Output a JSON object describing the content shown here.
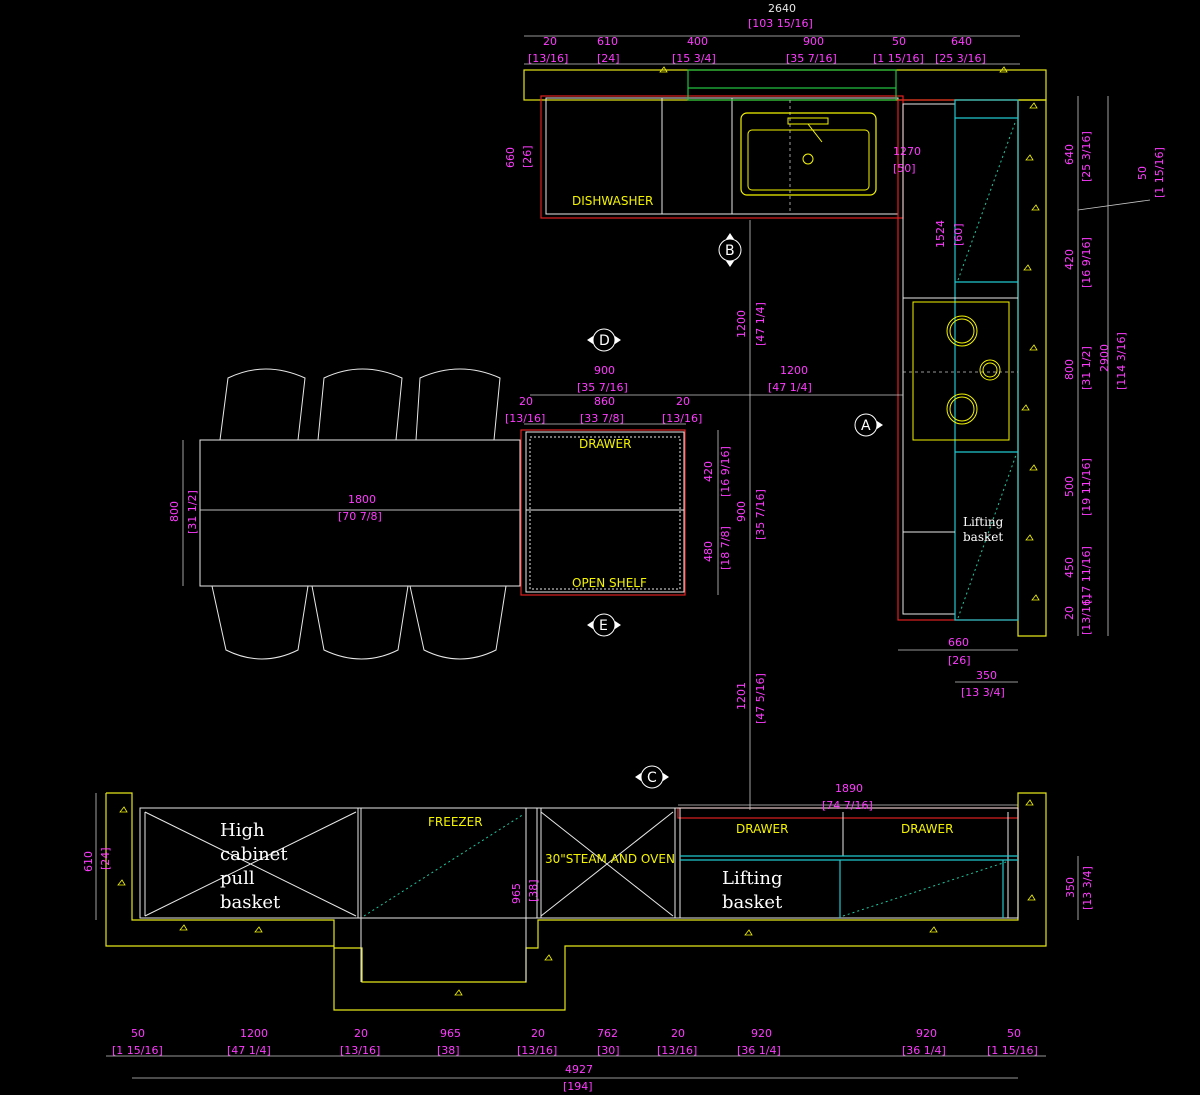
{
  "labels": {
    "dishwasher": "DISHWASHER",
    "drawer_island": "DRAWER",
    "open_shelf": "OPEN SHELF",
    "freezer": "FREEZER",
    "steam_oven": "30\"STEAM AND OVEN",
    "drawer_left": "DRAWER",
    "drawer_right": "DRAWER",
    "high_cabinet": [
      "High",
      "cabinet",
      "pull",
      "basket"
    ],
    "lifting_basket_bottom": [
      "Lifting",
      "basket"
    ],
    "lifting_basket_right": [
      "Lifting",
      "basket"
    ]
  },
  "markers": [
    "B",
    "D",
    "A",
    "E",
    "C"
  ],
  "top_dims": {
    "overall": "2640",
    "overall_in": "[103 15/16]",
    "segments": [
      {
        "mm": "20",
        "in": "[13/16]"
      },
      {
        "mm": "610",
        "in": "[24]"
      },
      {
        "mm": "400",
        "in": "[15 3/4]"
      },
      {
        "mm": "900",
        "in": "[35 7/16]"
      },
      {
        "mm": "50",
        "in": "[1 15/16]"
      },
      {
        "mm": "640",
        "in": "[25 3/16]"
      }
    ]
  },
  "right_dims": {
    "overall": "2900",
    "overall_in": "[114 3/16]",
    "segments": [
      {
        "mm": "640",
        "in": "[25 3/16]"
      },
      {
        "mm": "420",
        "in": "[16 9/16]"
      },
      {
        "mm": "800",
        "in": "[31 1/2]"
      },
      {
        "mm": "500",
        "in": "[19 11/16]"
      },
      {
        "mm": "450",
        "in": "[17 11/16]"
      },
      {
        "mm": "20",
        "in": "[13/16]"
      }
    ],
    "corner": {
      "mm": "50",
      "in": "[1 15/16]"
    }
  },
  "inner_dims": {
    "top_depth": {
      "mm": "660",
      "in": "[26]"
    },
    "sink_width": {
      "mm": "1270",
      "in": "[50]"
    },
    "right_run": {
      "mm": "1524",
      "in": "[60]"
    },
    "aisle_v1": {
      "mm": "1200",
      "in": "[47 1/4]"
    },
    "aisle_h": {
      "mm": "1200",
      "in": "[47 1/4]"
    },
    "aisle_v2": {
      "mm": "1201",
      "in": "[47 5/16]"
    },
    "right_depth": {
      "mm": "660",
      "in": "[26]"
    },
    "right_sub": {
      "mm": "350",
      "in": "[13 3/4]"
    }
  },
  "island_dims": {
    "width": {
      "mm": "900",
      "in": "[35 7/16]"
    },
    "seg": [
      {
        "mm": "20",
        "in": "[13/16]"
      },
      {
        "mm": "860",
        "in": "[33 7/8]"
      },
      {
        "mm": "20",
        "in": "[13/16]"
      }
    ],
    "drawer_h": {
      "mm": "420",
      "in": "[16 9/16]"
    },
    "shelf_h": {
      "mm": "480",
      "in": "[18 7/8]"
    },
    "depth": {
      "mm": "900",
      "in": "[35 7/16]"
    }
  },
  "table_dims": {
    "length": {
      "mm": "1800",
      "in": "[70 7/8]"
    },
    "width": {
      "mm": "800",
      "in": "[31 1/2]"
    }
  },
  "bottom_dims": {
    "run": {
      "mm": "1890",
      "in": "[74 7/16]"
    },
    "depth": {
      "mm": "610",
      "in": "[24]"
    },
    "right_depth": {
      "mm": "350",
      "in": "[13 3/4]"
    },
    "freezer_d": {
      "mm": "965",
      "in": "[38]"
    },
    "overall": {
      "mm": "4927",
      "in": "[194]"
    },
    "segments": [
      {
        "mm": "50",
        "in": "[1 15/16]"
      },
      {
        "mm": "1200",
        "in": "[47 1/4]"
      },
      {
        "mm": "20",
        "in": "[13/16]"
      },
      {
        "mm": "965",
        "in": "[38]"
      },
      {
        "mm": "20",
        "in": "[13/16]"
      },
      {
        "mm": "762",
        "in": "[30]"
      },
      {
        "mm": "20",
        "in": "[13/16]"
      },
      {
        "mm": "920",
        "in": "[36 1/4]"
      },
      {
        "mm": "920",
        "in": "[36 1/4]"
      },
      {
        "mm": "50",
        "in": "[1 15/16]"
      }
    ]
  }
}
